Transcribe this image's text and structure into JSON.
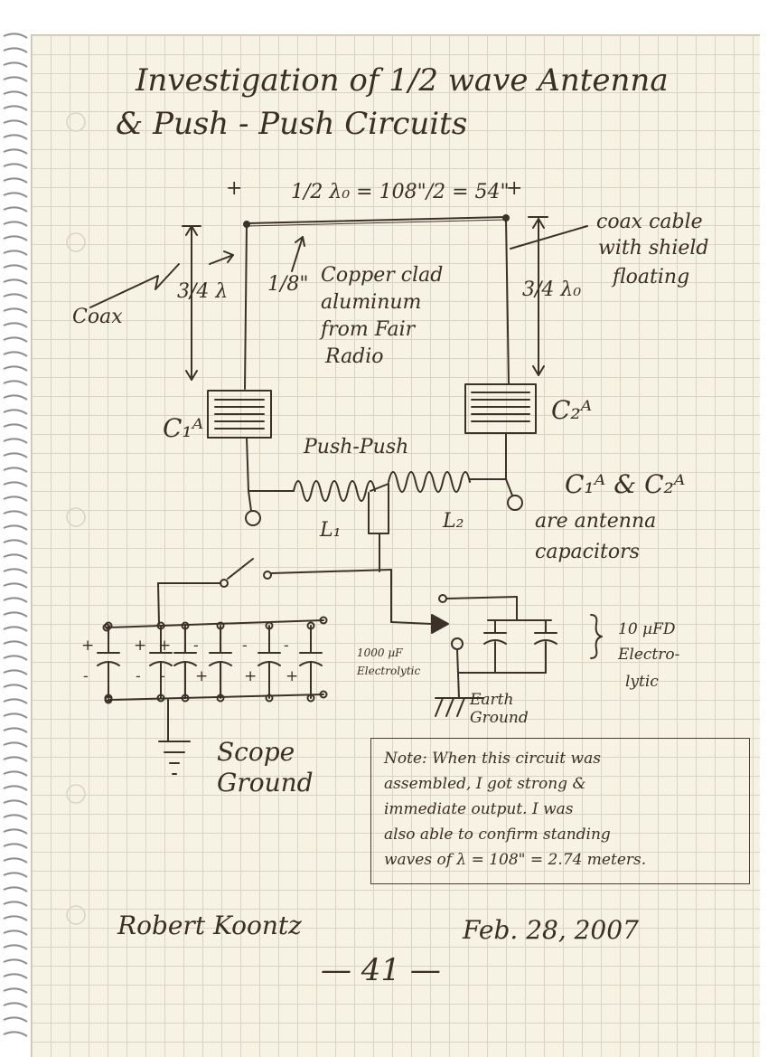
{
  "title": {
    "line1": "Investigation of 1/2 wave Antenna",
    "line2": "& Push - Push Circuits"
  },
  "antenna": {
    "half_wave_formula": "1/2 λ₀ = 108\"/2 = 54\"",
    "plus_left": "+",
    "plus_right": "+",
    "diameter": "1/8\"",
    "material_line1": "Copper clad",
    "material_line2": "aluminum",
    "material_line3": "from Fair",
    "material_line4": "Radio",
    "coax_left": "Coax",
    "quarter_left": "3/4 λ",
    "quarter_right": "3/4 λ₀",
    "coax_note_line1": "coax cable",
    "coax_note_line2": "with shield",
    "coax_note_line3": "floating"
  },
  "capacitors": {
    "c1": "C₁ᴬ",
    "c2": "C₂ᴬ",
    "desc_line1": "C₁ᴬ & C₂ᴬ",
    "desc_line2": "are antenna",
    "desc_line3": "capacitors"
  },
  "coil": {
    "label": "Push-Push",
    "l1": "L₁",
    "l2": "L₂"
  },
  "bank": {
    "value": "1000 µF",
    "type": "Electrolytic",
    "polarity_marks": [
      "+",
      "-",
      "+",
      "-",
      "+",
      "-",
      "-",
      "+",
      "-",
      "+",
      "-",
      "+"
    ]
  },
  "output_caps": {
    "value": "10 µFD",
    "type_line1": "Electro-",
    "type_line2": "lytic"
  },
  "grounds": {
    "earth_line1": "Earth",
    "earth_line2": "Ground",
    "scope_line1": "Scope",
    "scope_line2": "Ground"
  },
  "note": {
    "line1": "Note: When this circuit was",
    "line2": "assembled, I got strong &",
    "line3": "immediate output. I was",
    "line4": "also able to confirm standing",
    "line5": "waves of λ = 108\" = 2.74 meters."
  },
  "footer": {
    "author": "Robert Koontz",
    "date": "Feb. 28, 2007",
    "page_number": "— 41 —"
  }
}
